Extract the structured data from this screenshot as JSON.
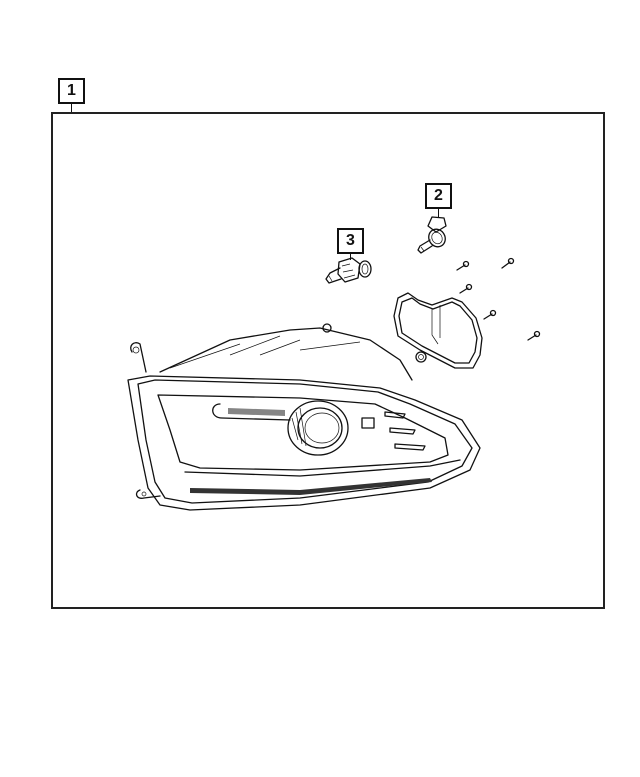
{
  "diagram": {
    "type": "exploded-parts-diagram",
    "subject": "headlamp assembly",
    "callouts": [
      {
        "number": "1",
        "part": "headlamp-assembly"
      },
      {
        "number": "2",
        "part": "bulb"
      },
      {
        "number": "3",
        "part": "bulb"
      }
    ],
    "colors": {
      "line": "#111111",
      "background": "#ffffff"
    }
  }
}
